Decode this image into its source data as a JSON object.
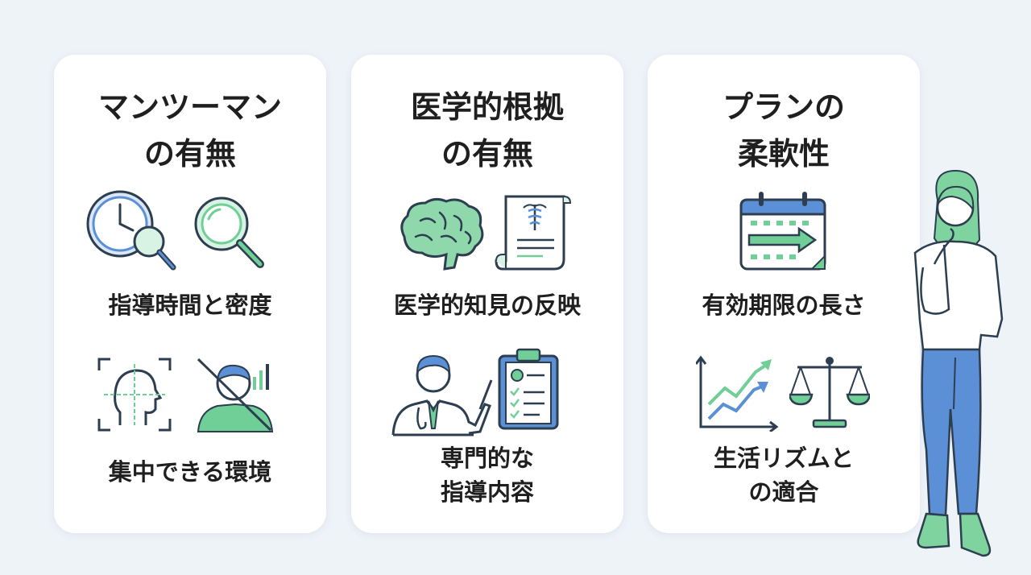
{
  "cards": [
    {
      "title": "マンツーマン\nの有無",
      "items": [
        {
          "label": "指導時間と密度",
          "icons": [
            "clock-icon",
            "magnifier-icon"
          ]
        },
        {
          "label": "集中できる環境",
          "icons": [
            "face-focus-icon",
            "no-distraction-icon"
          ]
        }
      ]
    },
    {
      "title": "医学的根拠\nの有無",
      "items": [
        {
          "label": "医学的知見の反映",
          "icons": [
            "brain-icon",
            "medical-document-icon"
          ]
        },
        {
          "label": "専門的な\n指導内容",
          "icons": [
            "doctor-icon",
            "clipboard-icon"
          ]
        }
      ]
    },
    {
      "title": "プランの\n柔軟性",
      "items": [
        {
          "label": "有効期限の長さ",
          "icons": [
            "calendar-arrow-icon"
          ]
        },
        {
          "label": "生活リズムと\nの適合",
          "icons": [
            "trend-chart-icon",
            "balance-scale-icon"
          ]
        }
      ]
    }
  ],
  "colors": {
    "background": "#eef3f8",
    "card": "#ffffff",
    "blue": "#5b8fd6",
    "green": "#6fcf97",
    "outline": "#2c3e50"
  }
}
